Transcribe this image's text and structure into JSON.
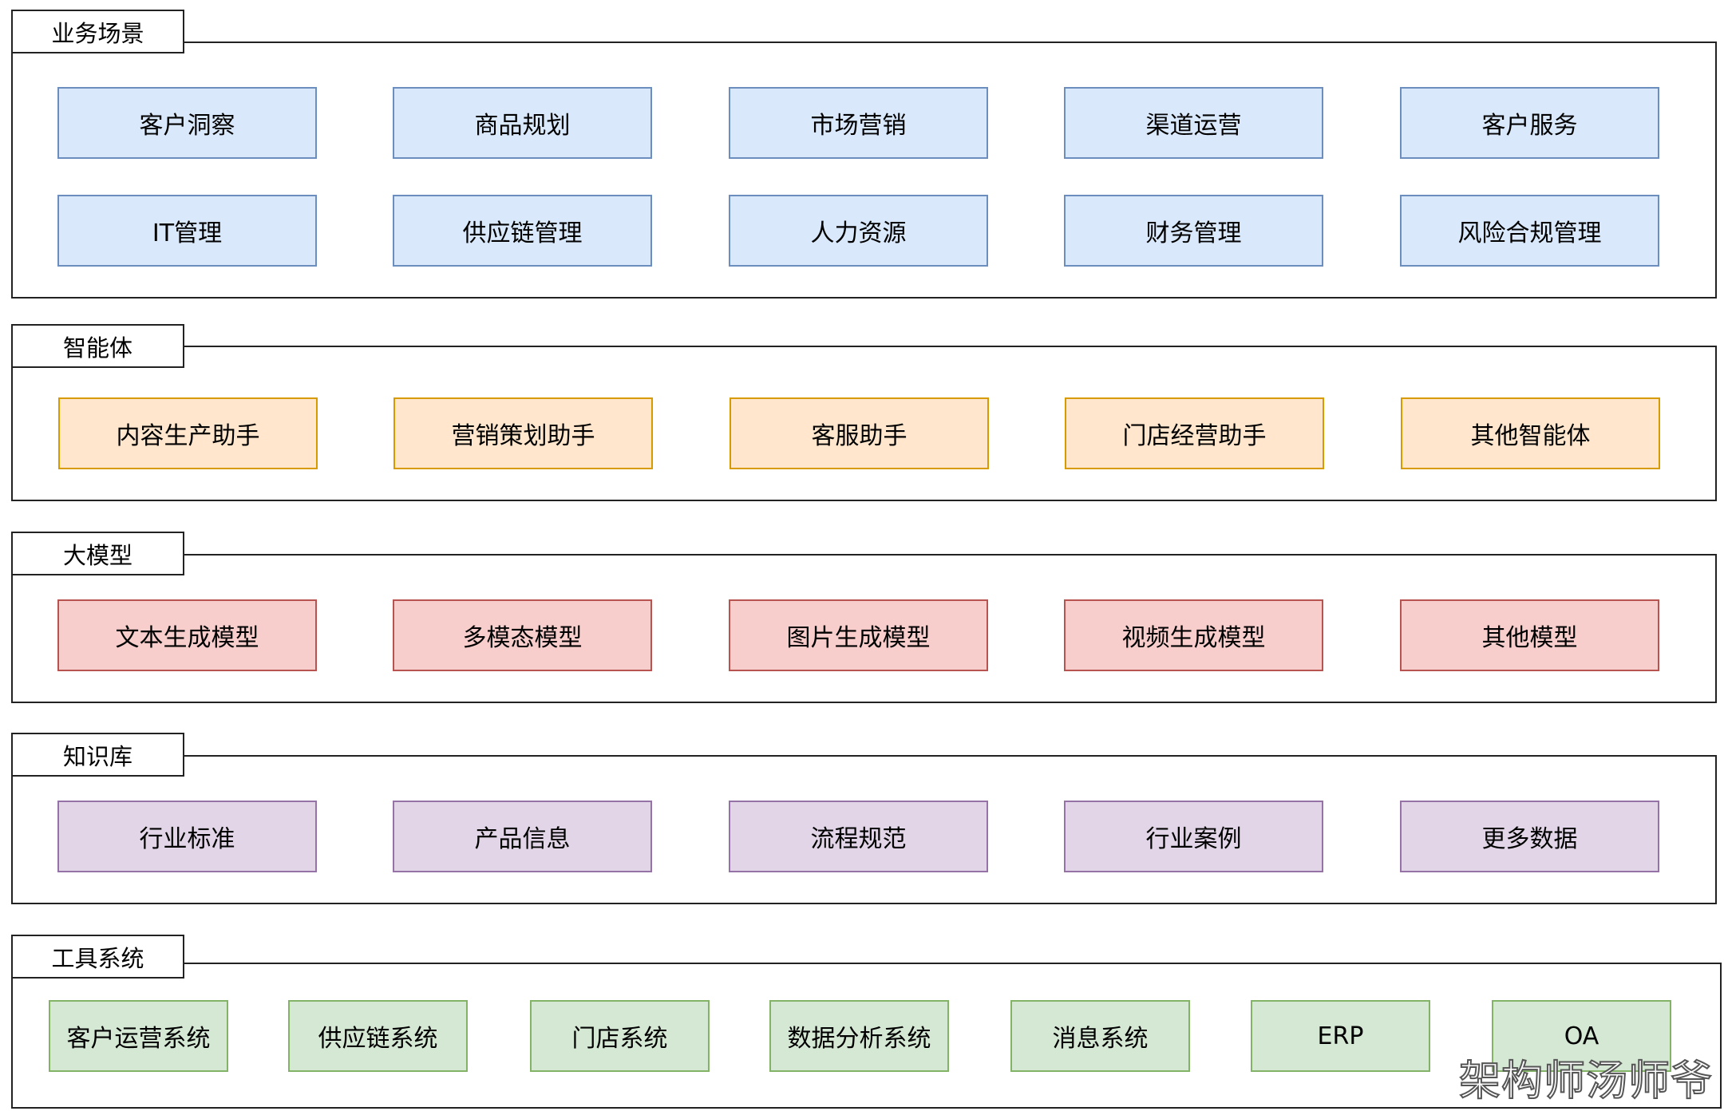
{
  "colors": {
    "business_fill": "#dae8fc",
    "business_border": "#6c8ebf",
    "agent_fill": "#ffe6cc",
    "agent_border": "#d79b00",
    "model_fill": "#f8cecc",
    "model_border": "#b85450",
    "knowledge_fill": "#e1d5e7",
    "knowledge_border": "#9673a6",
    "tools_fill": "#d5e8d4",
    "tools_border": "#82b366"
  },
  "layers": {
    "business": {
      "title": "业务场景",
      "row1": [
        "客户洞察",
        "商品规划",
        "市场营销",
        "渠道运营",
        "客户服务"
      ],
      "row2": [
        "IT管理",
        "供应链管理",
        "人力资源",
        "财务管理",
        "风险合规管理"
      ]
    },
    "agents": {
      "title": "智能体",
      "items": [
        "内容生产助手",
        "营销策划助手",
        "客服助手",
        "门店经营助手",
        "其他智能体"
      ]
    },
    "models": {
      "title": "大模型",
      "items": [
        "文本生成模型",
        "多模态模型",
        "图片生成模型",
        "视频生成模型",
        "其他模型"
      ]
    },
    "knowledge": {
      "title": "知识库",
      "items": [
        "行业标准",
        "产品信息",
        "流程规范",
        "行业案例",
        "更多数据"
      ]
    },
    "tools": {
      "title": "工具系统",
      "items": [
        "客户运营系统",
        "供应链系统",
        "门店系统",
        "数据分析系统",
        "消息系统",
        "ERP",
        "OA"
      ]
    }
  },
  "watermark": "架构师汤师爷"
}
